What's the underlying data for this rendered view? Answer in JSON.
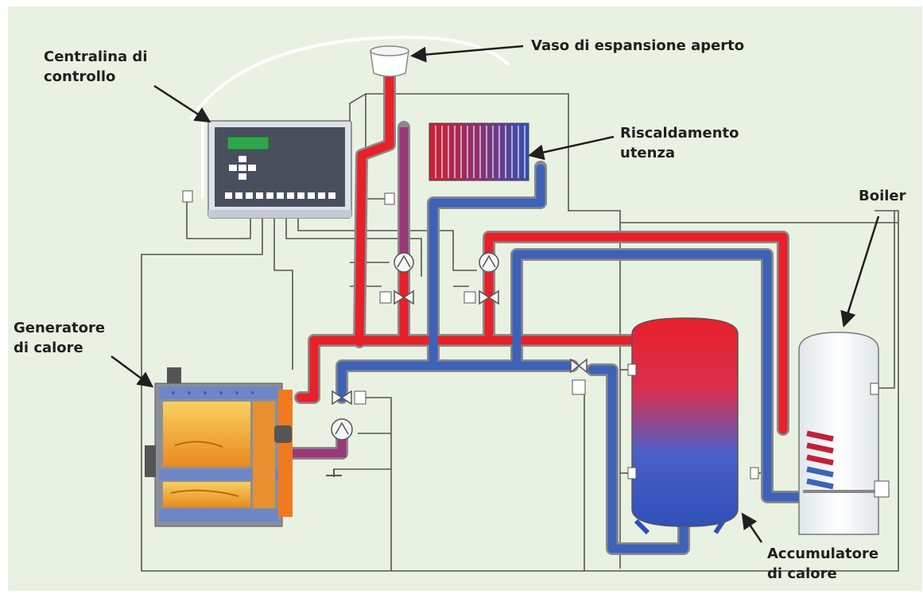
{
  "labels": {
    "control_unit": [
      "Centralina di",
      "controllo"
    ],
    "expansion_vessel": [
      "Vaso di espansione aperto"
    ],
    "user_heating": [
      "Riscaldamento",
      "utenza"
    ],
    "boiler": [
      "Boiler"
    ],
    "heat_generator": [
      "Generatore",
      "di calore"
    ],
    "heat_accumulator": [
      "Accumulatore",
      "di calore"
    ]
  },
  "colors": {
    "background": "#e9f2e2",
    "hot_pipe": "#e8202a",
    "cold_pipe": "#3d62b8",
    "control_wire": "#555555",
    "controller_body": "#4a4f5e",
    "controller_display": "#2fa64b",
    "generator_fire": "#f0a020"
  }
}
